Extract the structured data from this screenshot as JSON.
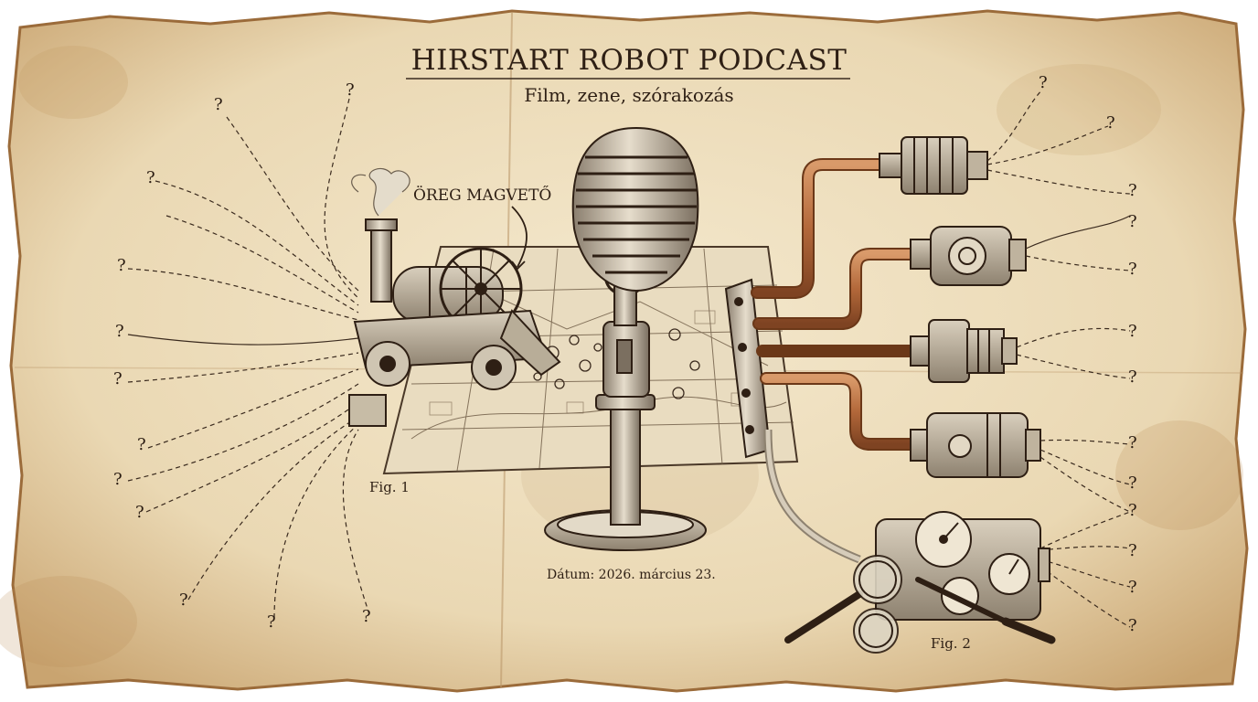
{
  "header": {
    "title": "HIRSTART ROBOT PODCAST",
    "subtitle": "Film, zene, szórakozás"
  },
  "labels": {
    "engine": "ÖREG MAGVETŐ",
    "fig1": "Fig. 1",
    "fig2": "Fig. 2",
    "date": "Dátum: 2026. március 23."
  },
  "question_mark": "?",
  "colors": {
    "paper": "#efe2c4",
    "paper_edge": "#a67845",
    "ink": "#3a2a1e",
    "copper": "#b8703f"
  }
}
